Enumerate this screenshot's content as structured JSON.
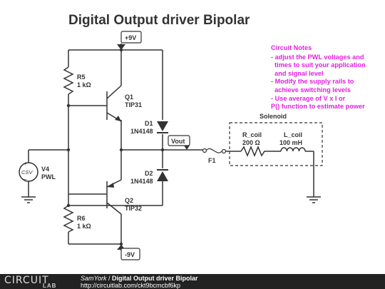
{
  "title": "Digital Output driver Bipolar",
  "notes": {
    "heading": "Circuit Notes",
    "lines": [
      "- adjust the PWL voltages and",
      "  times to suit your application",
      "  and signal level",
      "- Modify the supply rails to",
      "  achieve switching levels",
      "- Use average of V x I or",
      "P() function to estimate power"
    ]
  },
  "components": {
    "vplus": "+9V",
    "vminus": "-9V",
    "r5_name": "R5",
    "r5_value": "1 kΩ",
    "q1_name": "Q1",
    "q1_part": "TIP31",
    "d1_name": "D1",
    "d1_part": "1N4148",
    "d2_name": "D2",
    "d2_part": "1N4148",
    "q2_name": "Q2",
    "q2_part": "TIP32",
    "r6_name": "R6",
    "r6_value": "1 kΩ",
    "v4_name": "V4",
    "v4_type": "PWL",
    "v4_symbol": "CSV",
    "vout": "Vout",
    "f1_name": "F1",
    "solenoid": "Solenoid",
    "rcoil_name": "R_coil",
    "rcoil_value": "200 Ω",
    "lcoil_name": "L_coil",
    "lcoil_value": "100 mH"
  },
  "footer": {
    "logo_top": "CIRCUIT",
    "logo_bottom": "LAB",
    "author": "SamYork",
    "separator": " / ",
    "circuit_title": "Digital Output driver Bipolar",
    "url": "http://circuitlab.com/ckt9bcmcbf6kp"
  },
  "colors": {
    "wire": "#333333",
    "notes": "#e21fe0",
    "footer_bg": "#222222"
  }
}
